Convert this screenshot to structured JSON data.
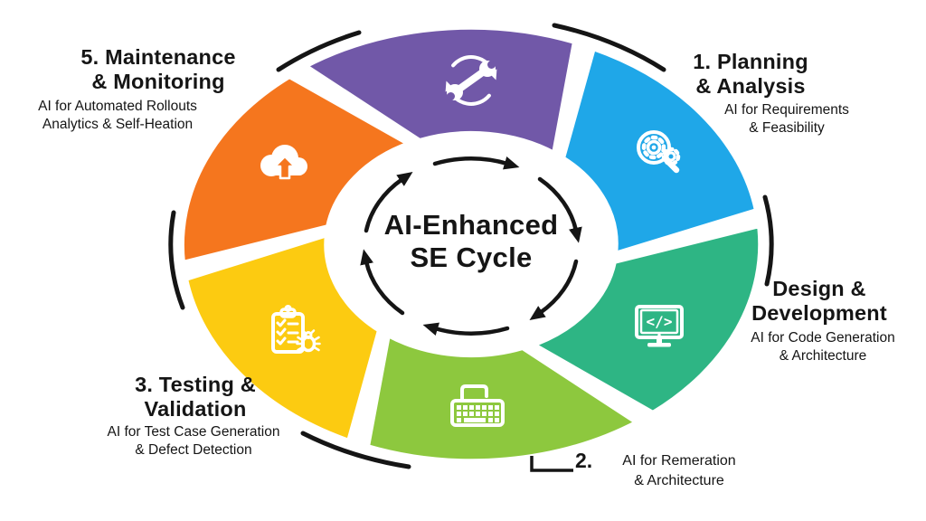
{
  "center": {
    "line1": "AI-Enhanced",
    "line2": "SE Cycle"
  },
  "colors": {
    "purple": "#7158A8",
    "blue": "#1FA7E8",
    "teal": "#2EB584",
    "green": "#8DC83E",
    "yellow": "#FCCB11",
    "orange": "#F5761E",
    "ink": "#151515"
  },
  "phases": {
    "planning": {
      "title_line1": "1. Planning",
      "title_line2": "& Analysis",
      "sub_line1": "AI for Requirements",
      "sub_line2": "& Feasibility",
      "icon": "magnifier-gears-icon"
    },
    "design": {
      "title_line1": "Design &",
      "title_line2": "Development",
      "sub_line1": "AI for Code Generation",
      "sub_line2": "& Architecture",
      "icon": "monitor-code-icon"
    },
    "implementation": {
      "number": "2.",
      "sub_line1": "AI for Remeration",
      "sub_line2": "& Architecture",
      "icon": "keyboard-icon"
    },
    "testing": {
      "title_line1": "3. Testing &",
      "title_line2": "Validation",
      "sub_line1": "AI for Test Case Generation",
      "sub_line2": "& Defect Detection",
      "icon": "clipboard-bug-icon"
    },
    "maintenance": {
      "title_line1": "5. Maintenance",
      "title_line2": "& Monitoring",
      "sub_line1": "AI for Automated Rollouts",
      "sub_line2": "Analytics & Self-Heation",
      "icon": "cloud-upload-icon"
    },
    "rotation": {
      "icon": "wrench-cycle-icon"
    }
  },
  "icons": {
    "code_glyph": "</>"
  }
}
